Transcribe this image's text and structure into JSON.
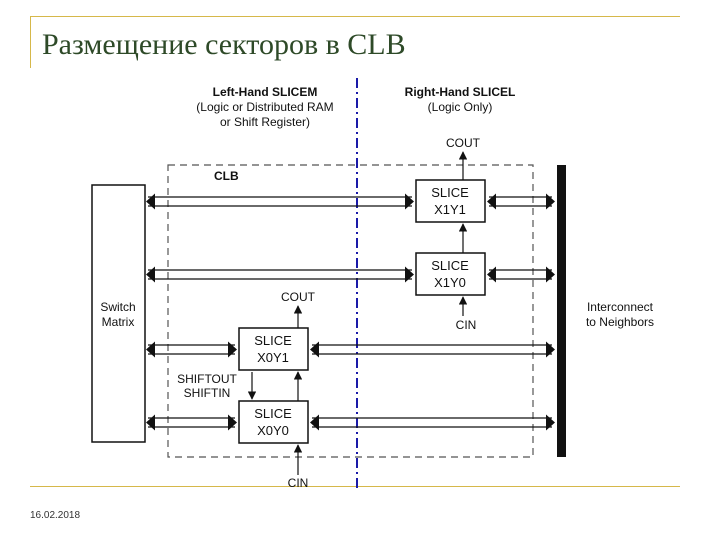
{
  "slide": {
    "title": "Размещение секторов в CLB",
    "date": "16.02.2018"
  },
  "diagram": {
    "left_header": {
      "title": "Left-Hand SLICEM",
      "line1": "(Logic or Distributed RAM",
      "line2": "or Shift Register)"
    },
    "right_header": {
      "title": "Right-Hand SLICEL",
      "line1": "(Logic Only)"
    },
    "clb_label": "CLB",
    "switch_matrix": {
      "line1": "Switch",
      "line2": "Matrix"
    },
    "interconnect": {
      "line1": "Interconnect",
      "line2": "to Neighbors"
    },
    "slices": [
      {
        "id": "x1y1",
        "line1": "SLICE",
        "line2": "X1Y1"
      },
      {
        "id": "x1y0",
        "line1": "SLICE",
        "line2": "X1Y0"
      },
      {
        "id": "x0y1",
        "line1": "SLICE",
        "line2": "X0Y1"
      },
      {
        "id": "x0y0",
        "line1": "SLICE",
        "line2": "X0Y0"
      }
    ],
    "signals": {
      "cout_right": "COUT",
      "cin_right": "CIN",
      "cout_left": "COUT",
      "cin_left": "CIN",
      "shiftout": "SHIFTOUT",
      "shiftin": "SHIFTIN"
    }
  },
  "colors": {
    "title": "#2e4a28",
    "frame": "#d6b84a",
    "divider": "#1a1aa8",
    "lines": "#111111"
  }
}
